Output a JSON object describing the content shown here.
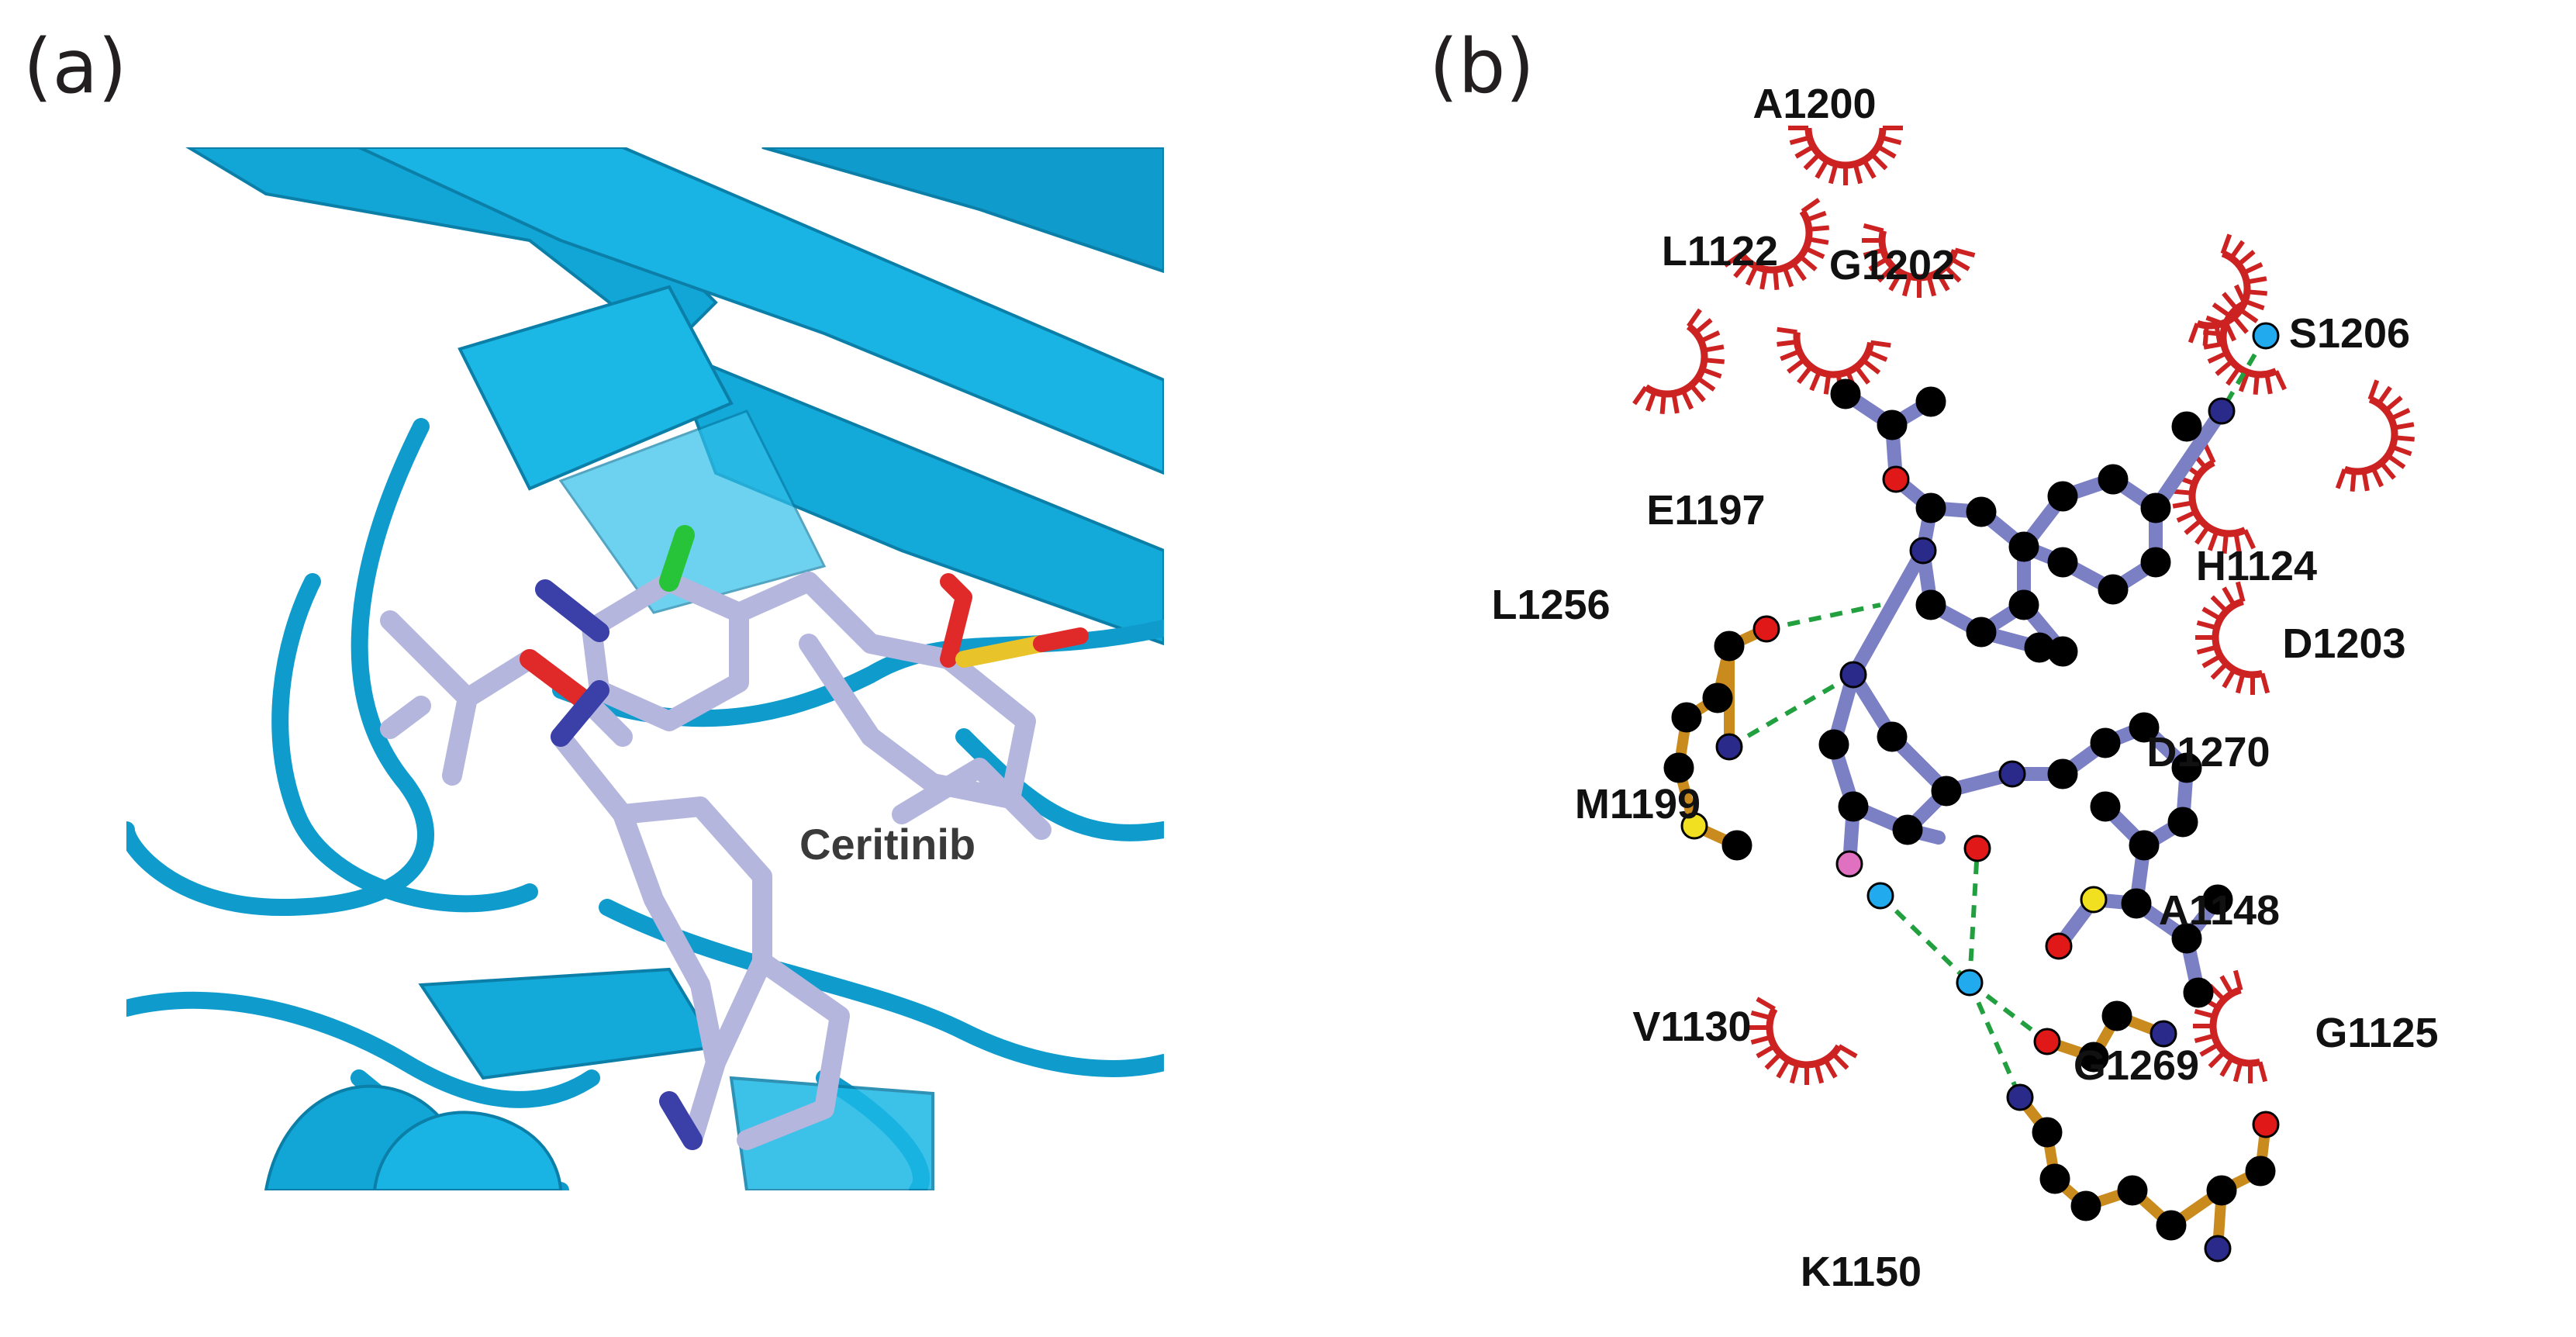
{
  "panels": {
    "a_label": "(a)",
    "b_label": "(b)"
  },
  "panel_a": {
    "ligand_label": "Ceritinib",
    "colors": {
      "protein": "#12a6d6",
      "protein_dark": "#0b7fa8",
      "carbon": "#b4b6dd",
      "nitrogen": "#3b3fa8",
      "oxygen": "#e02a2a",
      "sulfur": "#e8c32a",
      "chlorine": "#27c43a"
    }
  },
  "panel_b": {
    "residues": [
      "A1200",
      "L1122",
      "G1202",
      "S1206",
      "E1197",
      "L1256",
      "H1124",
      "D1203",
      "M1199",
      "D1270",
      "A1148",
      "V1130",
      "G1269",
      "G1125",
      "K1150"
    ],
    "colors": {
      "hydrophobic": "#cc2222",
      "ligand_bond": "#7b7fc4",
      "residue_bond": "#c98a1e",
      "hbond": "#22a040",
      "carbon": "#000000",
      "nitrogen": "#2a2a8a",
      "oxygen": "#e01818",
      "sulfur": "#f0e020",
      "water": "#22aaee",
      "chlorine": "#e070c0"
    }
  }
}
